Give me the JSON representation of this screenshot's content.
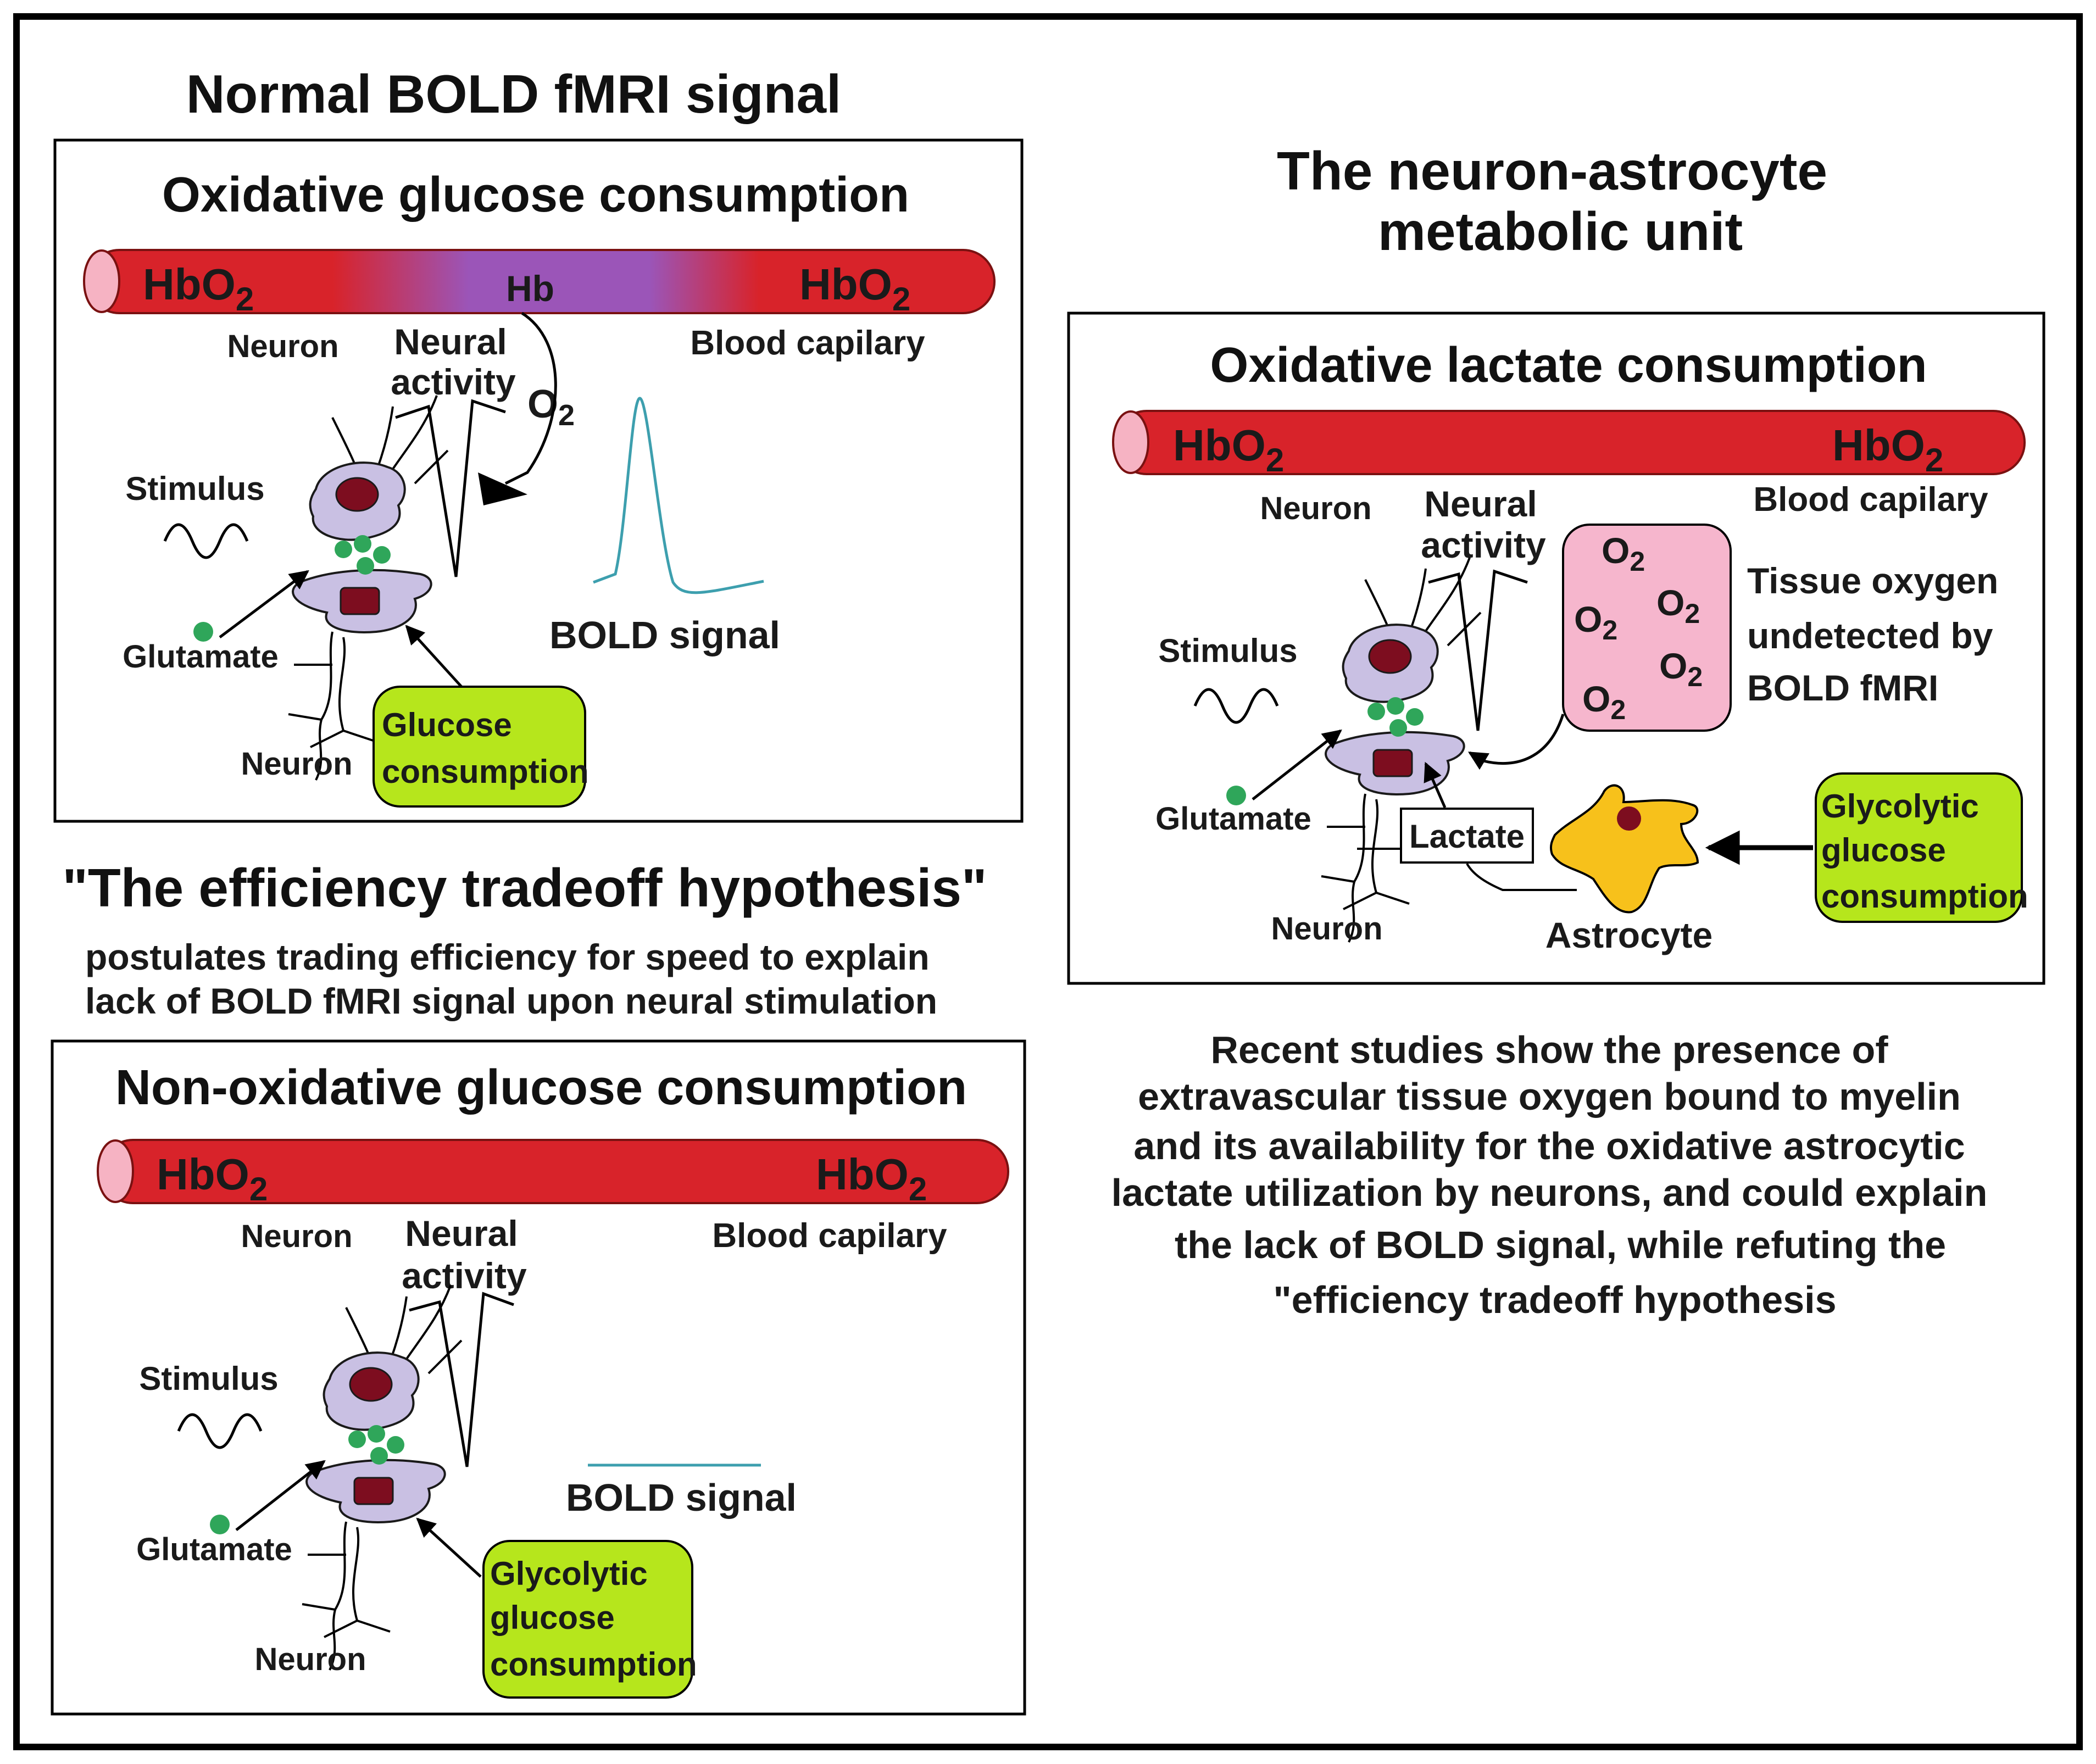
{
  "colors": {
    "vessel_red": "#d8232a",
    "vessel_end": "#f6b3c3",
    "deoxy_purple": "#9b55b8",
    "neuron_fill": "#c9c0e3",
    "neuron_nucleus": "#7d0d1f",
    "glutamate_green": "#2fa65a",
    "box_green": "#b6e61c",
    "tissue_pink": "#f6b6cd",
    "astrocyte_yellow": "#f7c11b",
    "bold_trace": "#3d9fae",
    "o2_red": "#d8232a"
  },
  "panel_normal": {
    "heading": "Normal BOLD fMRI signal",
    "title": "Oxidative glucose consumption",
    "hbo2_left": "HbO",
    "hbo2_right": "HbO",
    "sub2": "2",
    "hb": "Hb",
    "o2": "O",
    "neuron_top": "Neuron",
    "neural_activity_1": "Neural",
    "neural_activity_2": "activity",
    "blood_capilary": "Blood capilary",
    "stimulus": "Stimulus",
    "glutamate": "Glutamate",
    "neuron_bottom": "Neuron",
    "consumption_1": "Glucose",
    "consumption_2": "consumption",
    "bold_signal": "BOLD signal"
  },
  "hypothesis": {
    "title": "\"The efficiency tradeoff hypothesis\"",
    "line1": "postulates trading efficiency for speed to explain",
    "line2": "lack of BOLD fMRI signal upon neural stimulation"
  },
  "panel_nonox": {
    "title": "Non-oxidative glucose consumption",
    "hbo2_left": "HbO",
    "hbo2_right": "HbO",
    "sub2": "2",
    "neuron_top": "Neuron",
    "neural_activity_1": "Neural",
    "neural_activity_2": "activity",
    "blood_capilary": "Blood capilary",
    "stimulus": "Stimulus",
    "glutamate": "Glutamate",
    "neuron_bottom": "Neuron",
    "consumption_1": "Glycolytic",
    "consumption_2": "glucose",
    "consumption_3": "consumption",
    "bold_signal": "BOLD signal"
  },
  "panel_unit": {
    "heading_1": "The neuron-astrocyte",
    "heading_2": "metabolic unit",
    "title": "Oxidative lactate consumption",
    "hbo2_left": "HbO",
    "hbo2_right": "HbO",
    "sub2": "2",
    "o2": "O",
    "neuron_top": "Neuron",
    "neural_activity_1": "Neural",
    "neural_activity_2": "activity",
    "blood_capilary": "Blood capilary",
    "tissue_1": "Tissue oxygen",
    "tissue_2": "undetected by",
    "tissue_3": "BOLD fMRI",
    "stimulus": "Stimulus",
    "glutamate": "Glutamate",
    "lactate": "Lactate",
    "astrocyte": "Astrocyte",
    "neuron_bottom": "Neuron",
    "consumption_1": "Glycolytic",
    "consumption_2": "glucose",
    "consumption_3": "consumption"
  },
  "conclusion": {
    "line1": "Recent studies show the presence of",
    "line2": "extravascular tissue oxygen bound to myelin",
    "line3": "and its availability for the oxidative astrocytic",
    "line4": "lactate utilization by neurons, and could explain",
    "line5": "the  lack of BOLD signal, while refuting the",
    "line6": "\"efficiency tradeoff hypothesis"
  }
}
